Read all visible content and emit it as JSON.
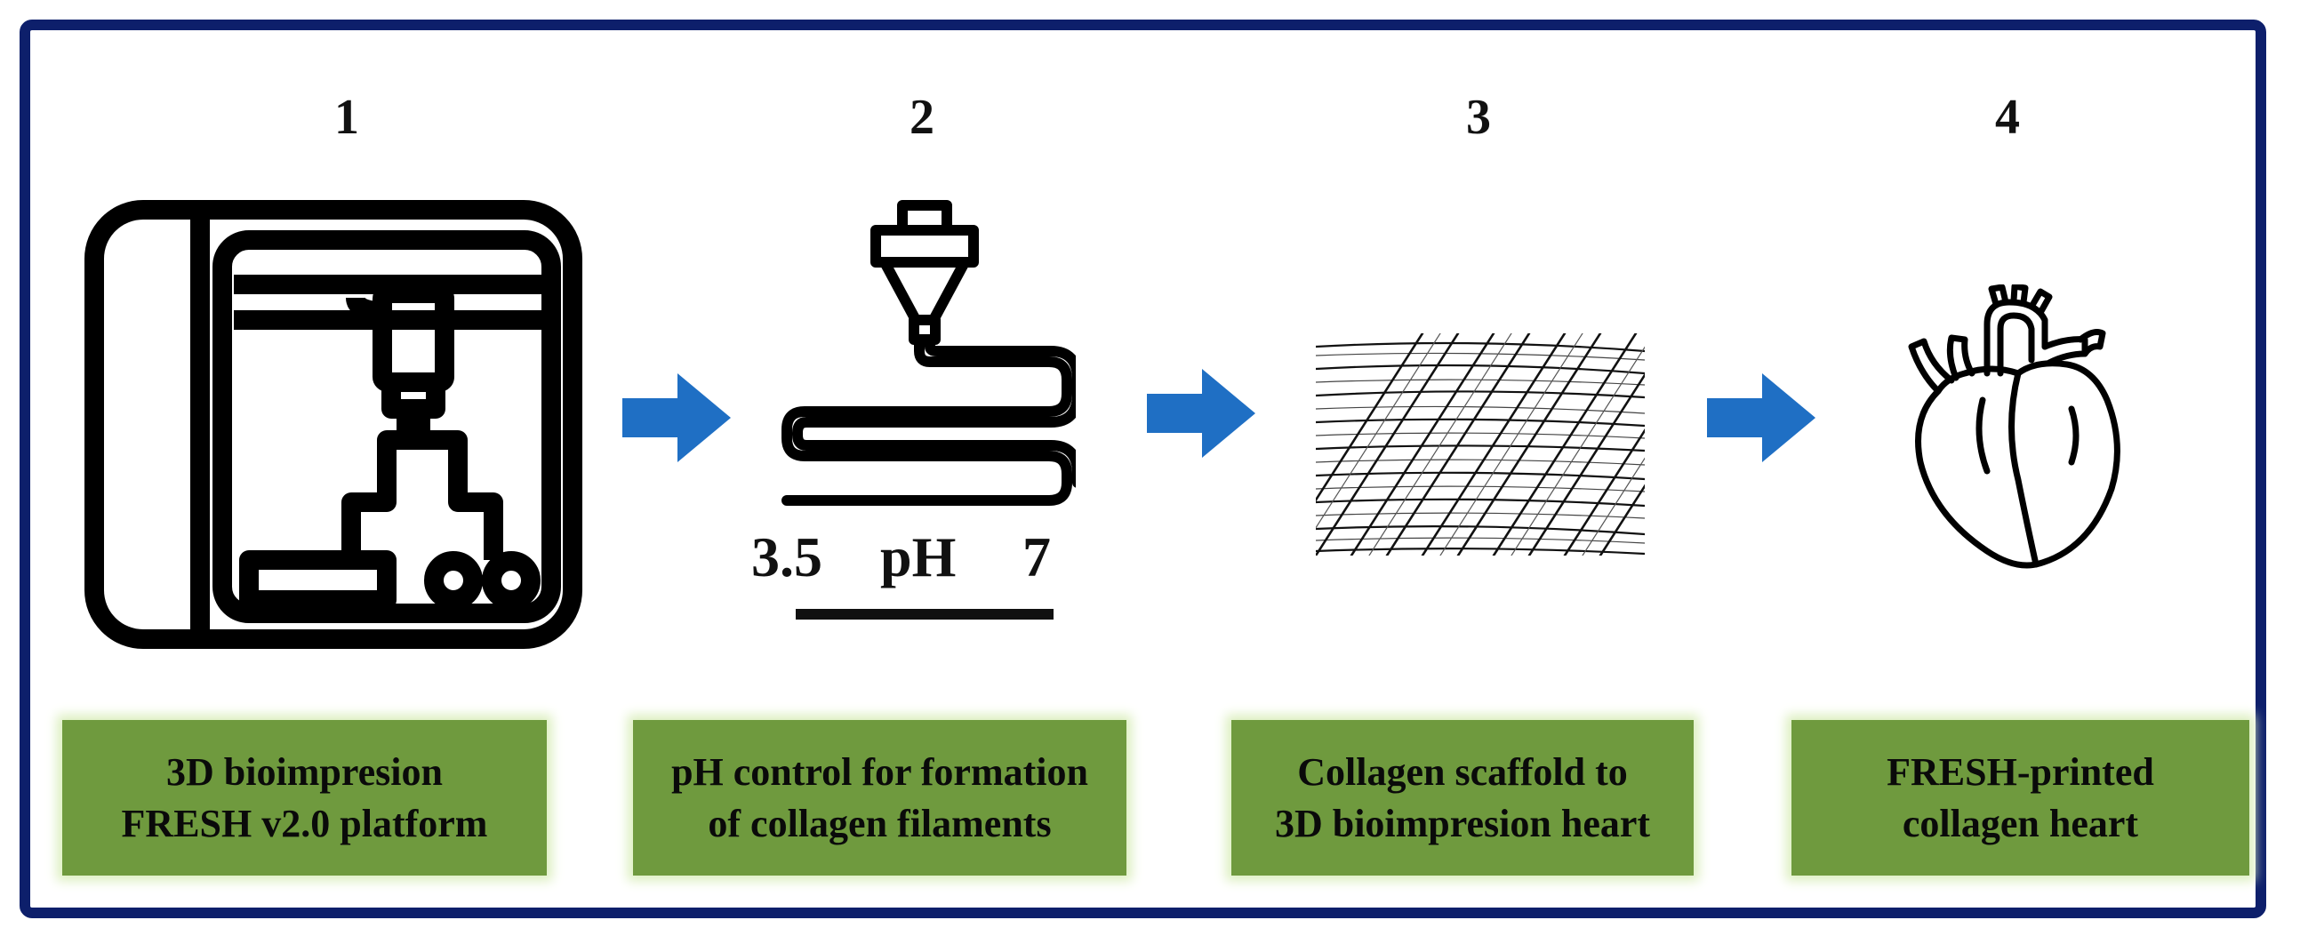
{
  "steps": [
    {
      "number": "1",
      "label_lines": [
        "3D bioimpresion",
        "FRESH v2.0 platform"
      ],
      "icon": "3d-printer-icon"
    },
    {
      "number": "2",
      "label_lines": [
        "pH control for formation",
        "of collagen filaments"
      ],
      "icon": "extrusion-nozzle-icon"
    },
    {
      "number": "3",
      "label_lines": [
        "Collagen scaffold to",
        "3D bioimpresion heart"
      ],
      "icon": "collagen-scaffold-icon"
    },
    {
      "number": "4",
      "label_lines": [
        "FRESH-printed",
        "collagen heart"
      ],
      "icon": "heart-icon"
    }
  ],
  "ph_scale": {
    "low": "3.5",
    "label": "pH",
    "high": "7"
  },
  "colors": {
    "frame": "#0d1f6b",
    "label_fill": "#6f9a3e",
    "label_glow": "#dcefbf",
    "arrow": "#1f6fc4"
  }
}
